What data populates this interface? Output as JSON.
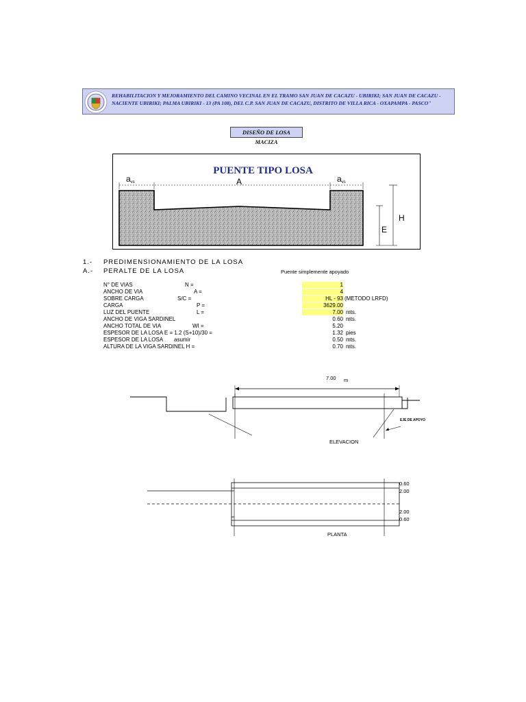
{
  "banner": {
    "line1": "REHABILITACION Y MEJORAMIENTO DEL CAMINO VECINAL EN EL TRAMO SAN JUAN DE CACAZU - UBIRIKI; SAN JUAN DE CACAZU -",
    "line2": "NACIENTE UBIRIKI; PALMA UBIRIKI - 13 (PA 108), DEL C.P. SAN JUAN DE CACAZU, DISTRITO DE VILLA RICA - OXAPAMPA - PASCO\""
  },
  "subtitle": "DISEÑO DE LOSA MACIZA",
  "diagram": {
    "title": "PUENTE TIPO LOSA",
    "label_avs": "a",
    "label_avs_sub": "vs",
    "label_A": "A",
    "label_H": "H",
    "label_E": "E"
  },
  "section1": {
    "num": "1.-",
    "title": "PREDIMENSIONAMIENTO DE LA LOSA"
  },
  "sectionA": {
    "num": "A.-",
    "title": "PERALTE DE LA LOSA",
    "note": "Puente simplemente apoyado"
  },
  "rows": [
    {
      "label": "N° DE VIAS",
      "sym": "N =",
      "value": "1",
      "unit": "",
      "hl": true
    },
    {
      "label": "ANCHO DE VIA",
      "sym": "A =",
      "value": "4",
      "unit": "",
      "hl": true
    },
    {
      "label": "SOBRE CARGA",
      "sym": "S/C =",
      "value": "HL - 93",
      "unit": "(METODO LRFD)",
      "hl": true
    },
    {
      "label": "CARGA",
      "sym": "P =",
      "value": "3629.00",
      "unit": "",
      "hl": true
    },
    {
      "label": "LUZ DEL PUENTE",
      "sym": "L =",
      "value": "7.00",
      "unit": "mts.",
      "hl": true
    },
    {
      "label": "ANCHO DE VIGA SARDINEL",
      "sym": "",
      "value": "0.60",
      "unit": "mts.",
      "hl": false
    },
    {
      "label": "ANCHO TOTAL DE VIA",
      "sym": "WI =",
      "value": "5.20",
      "unit": "",
      "hl": false
    },
    {
      "label": "ESPESOR DE LA LOSA E = 1.2 (S+10)/30  =",
      "sym": "",
      "value": "1.32",
      "unit": "pies",
      "hl": false
    },
    {
      "label": "ESPESOR DE LA LOSA",
      "sym": "asumir",
      "value": "0.50",
      "unit": "mts.",
      "hl": false
    },
    {
      "label": "ALTURA DE LA VIGA SARDINEL   H =",
      "sym": "",
      "value": "0.70",
      "unit": "mts.",
      "hl": false
    }
  ],
  "elevation": {
    "span": "7.00",
    "span_unit": "m",
    "eje": "EJE DE APOYO",
    "caption": "ELEVACION"
  },
  "plan": {
    "d1": "0.60",
    "d2": "2.00",
    "d3": "2.00",
    "d4": "0.60",
    "caption": "PLANTA"
  }
}
